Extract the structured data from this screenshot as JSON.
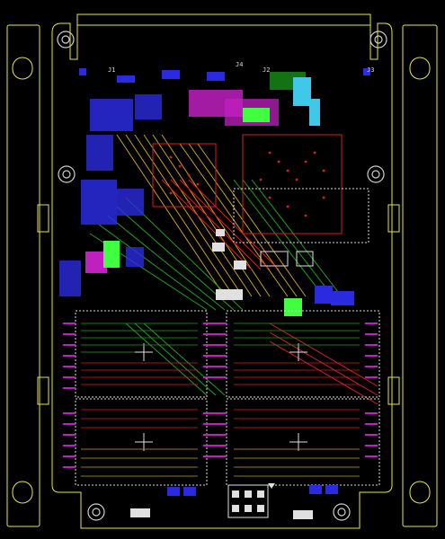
{
  "labels": {
    "j1": "J1",
    "j2": "J2",
    "j3": "J3",
    "j4": "J4"
  },
  "colors": {
    "background": "#000000",
    "outline": "#e6e64c",
    "top_copper": "#d42020",
    "bottom_copper": "#2a2ae0",
    "magenta": "#c020c0",
    "green": "#20c020",
    "bright_green": "#40ff40",
    "cyan": "#40c8e8",
    "white": "#e0e0e0"
  }
}
